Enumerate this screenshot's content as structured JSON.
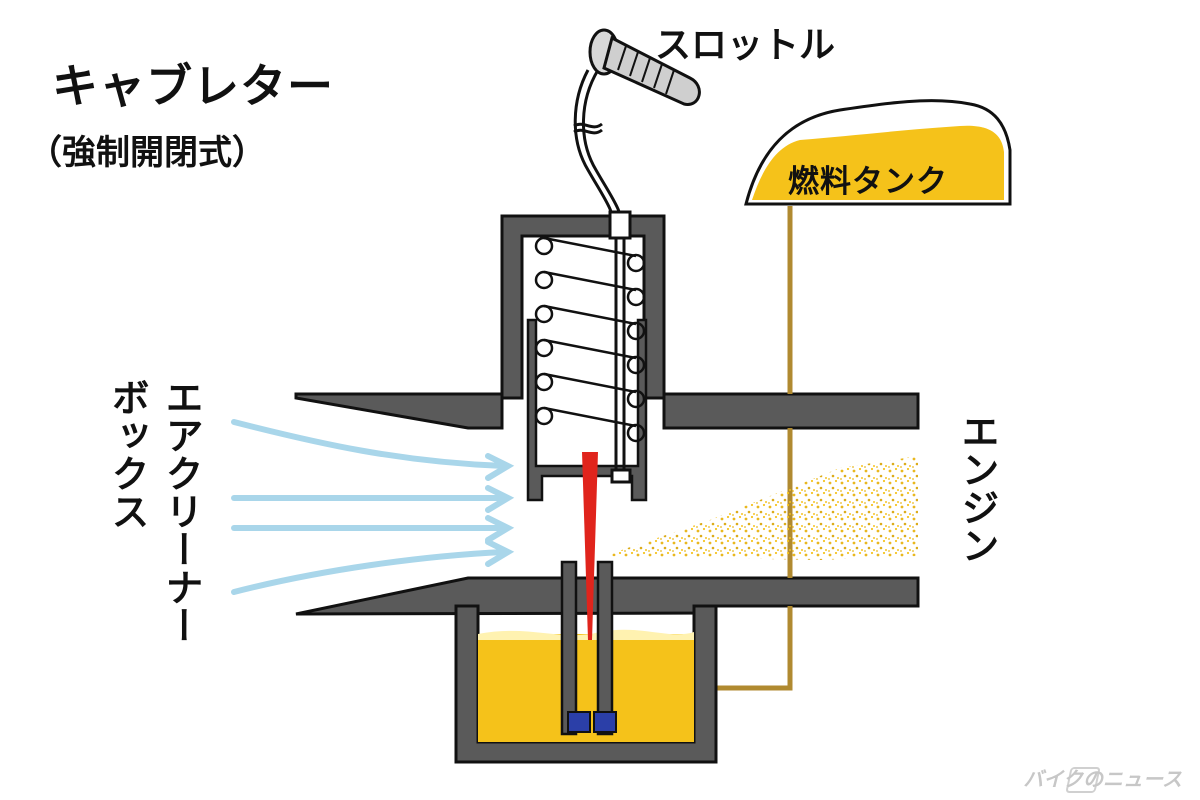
{
  "title": "キャブレター",
  "subtitle": "（強制開閉式）",
  "labels": {
    "throttle": "スロットル",
    "fuel_tank": "燃料タンク",
    "air_cleaner_line1": "エアクリーナー",
    "air_cleaner_line2": "ボックス",
    "engine": "エンジン"
  },
  "watermark": "バイクのニュース",
  "colors": {
    "body_fill": "#5a5a5a",
    "outline": "#111111",
    "fuel": "#f5c21a",
    "air_flow": "#a9d6ea",
    "needle": "#e0241c",
    "jet": "#2b3fa8",
    "fuel_line": "#b08a30"
  }
}
